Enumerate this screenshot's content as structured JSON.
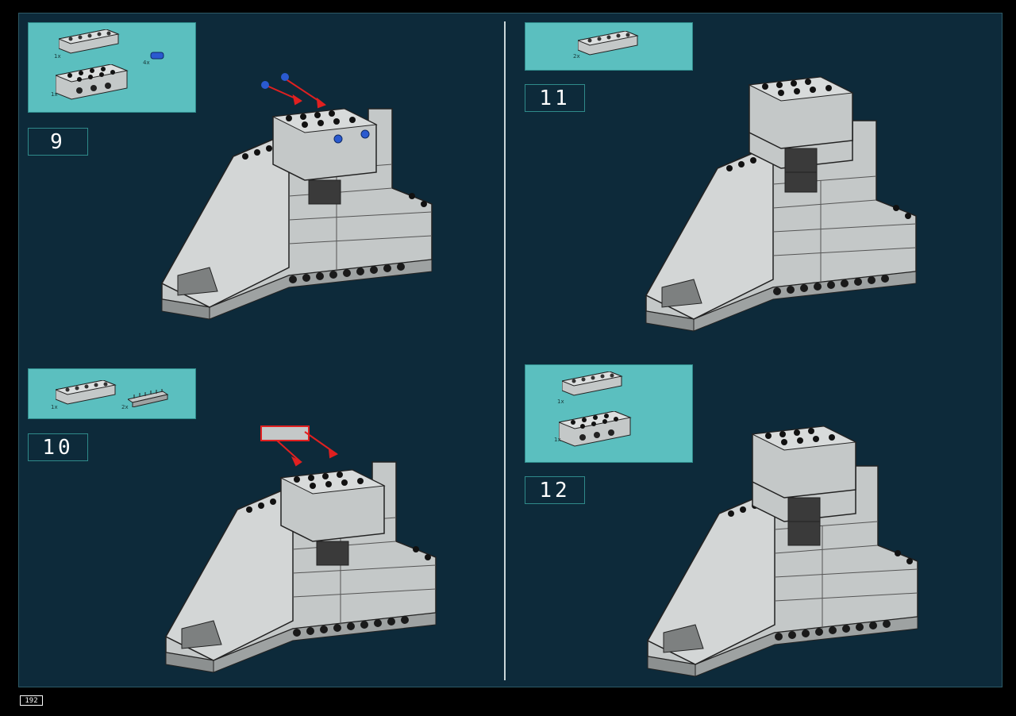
{
  "steps": [
    {
      "number": "9",
      "parts": [
        {
          "qty": "1x"
        },
        {
          "qty": "4x"
        },
        {
          "qty": "1x"
        }
      ]
    },
    {
      "number": "10",
      "parts": [
        {
          "qty": "1x"
        },
        {
          "qty": "2x"
        }
      ]
    },
    {
      "number": "11",
      "parts": [
        {
          "qty": "2x"
        }
      ]
    },
    {
      "number": "12",
      "parts": [
        {
          "qty": "1x"
        },
        {
          "qty": "1x"
        }
      ]
    }
  ],
  "page_number": "192",
  "colors": {
    "background": "#0d2a3a",
    "parts_panel": "#5bbfbf",
    "brick": "#c4c8c8",
    "arrow": "#e02020",
    "pin": "#2a5ad0"
  }
}
